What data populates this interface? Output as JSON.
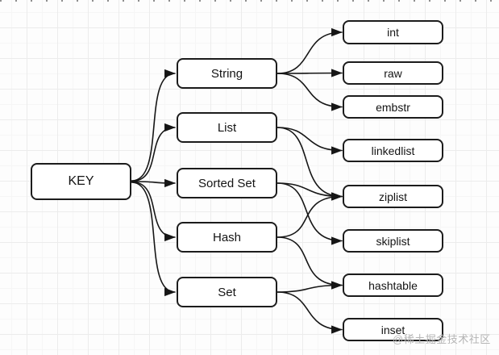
{
  "diagram": {
    "type": "flowchart",
    "nodes": {
      "key": {
        "label": "KEY"
      },
      "string": {
        "label": "String"
      },
      "list": {
        "label": "List"
      },
      "sorted_set": {
        "label": "Sorted Set"
      },
      "hash": {
        "label": "Hash"
      },
      "set": {
        "label": "Set"
      },
      "int": {
        "label": "int"
      },
      "raw": {
        "label": "raw"
      },
      "embstr": {
        "label": "embstr"
      },
      "linkedlist": {
        "label": "linkedlist"
      },
      "ziplist": {
        "label": "ziplist"
      },
      "skiplist": {
        "label": "skiplist"
      },
      "hashtable": {
        "label": "hashtable"
      },
      "inset": {
        "label": "inset"
      }
    },
    "edges": [
      {
        "from": "key",
        "to": "string"
      },
      {
        "from": "key",
        "to": "list"
      },
      {
        "from": "key",
        "to": "sorted_set"
      },
      {
        "from": "key",
        "to": "hash"
      },
      {
        "from": "key",
        "to": "set"
      },
      {
        "from": "string",
        "to": "int"
      },
      {
        "from": "string",
        "to": "raw"
      },
      {
        "from": "string",
        "to": "embstr"
      },
      {
        "from": "list",
        "to": "linkedlist"
      },
      {
        "from": "list",
        "to": "ziplist"
      },
      {
        "from": "sorted_set",
        "to": "ziplist"
      },
      {
        "from": "sorted_set",
        "to": "skiplist"
      },
      {
        "from": "hash",
        "to": "ziplist"
      },
      {
        "from": "hash",
        "to": "hashtable"
      },
      {
        "from": "set",
        "to": "hashtable"
      },
      {
        "from": "set",
        "to": "inset"
      }
    ],
    "colors": {
      "background": "#fdfdfd",
      "grid_minor": "#f6f6f6",
      "grid_major": "#ececec",
      "node_fill": "#ffffff",
      "node_border": "#1c1c1c",
      "edge": "#161616",
      "watermark": "#b5b5b5"
    }
  },
  "watermark": {
    "text": "@稀土掘金技术社区"
  }
}
